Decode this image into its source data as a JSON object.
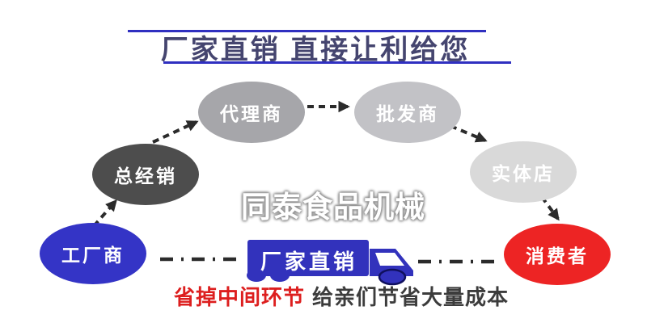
{
  "title": {
    "text": "厂家直销 直接让利给您"
  },
  "watermark": "同泰食品机械",
  "nodes": [
    {
      "id": "factory",
      "label": "工厂商",
      "color": "#3434c6"
    },
    {
      "id": "general-distributor",
      "label": "总经销",
      "color": "#4d4d4d"
    },
    {
      "id": "agent",
      "label": "代理商",
      "color": "#a6a6aa"
    },
    {
      "id": "wholesaler",
      "label": "批发商",
      "color": "#c2c2c6"
    },
    {
      "id": "retail-store",
      "label": "实体店",
      "color": "#d9d9d9"
    },
    {
      "id": "consumer",
      "label": "消费者",
      "color": "#ed2424"
    }
  ],
  "truck": {
    "label": "厂家直销",
    "body_color": "#3232bc",
    "wheel_outline_color": "#10105e",
    "window_color": "#ffffff"
  },
  "caption": {
    "highlight": "省掉中间环节",
    "rest": "给亲们节省大量成本",
    "highlight_color": "#dd1f1f",
    "rest_color": "#3c3c3c"
  },
  "accents": {
    "rule_color": "#2f2fc0",
    "arrow_color": "#2b2b2b"
  }
}
